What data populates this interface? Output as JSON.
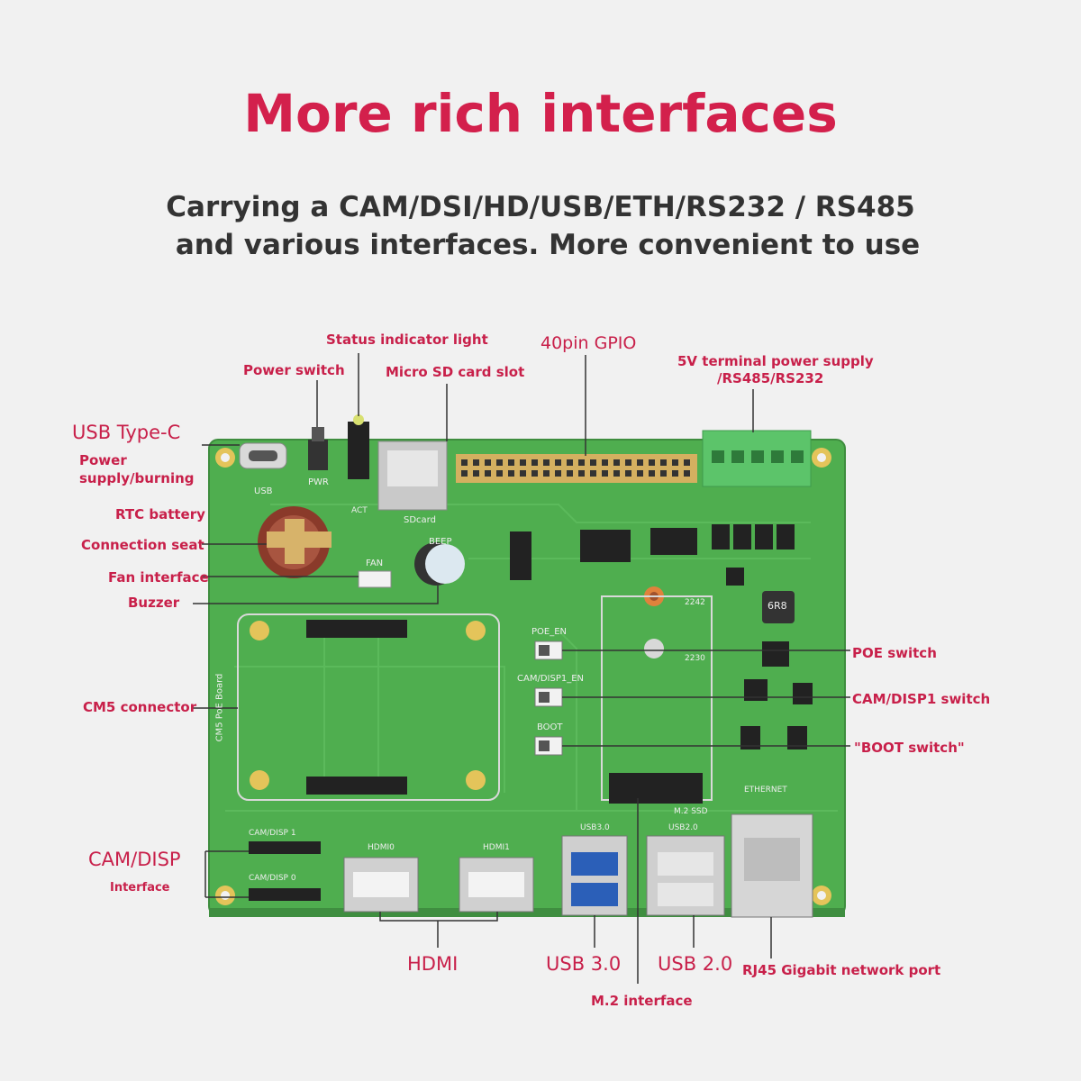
{
  "header": {
    "title": "More rich interfaces",
    "subtitle_line1": "Carrying a CAM/DSI/HD/USB/ETH/RS232 / RS485",
    "subtitle_line2": "and various interfaces. More convenient to use"
  },
  "callouts": {
    "usb_type_c": "USB Type-C",
    "power_burning_1": "Power",
    "power_burning_2": "supply/burning",
    "power_switch": "Power switch",
    "status_light": "Status indicator light",
    "micro_sd": "Micro SD card slot",
    "gpio": "40pin GPIO",
    "terminal_1": "5V terminal power supply",
    "terminal_2": "/RS485/RS232",
    "rtc_battery": "RTC battery",
    "connection_seat": "Connection seat",
    "fan_interface": "Fan interface",
    "buzzer": "Buzzer",
    "cm5_connector": "CM5 connector",
    "poe_switch": "POE switch",
    "cam_disp1_switch": "CAM/DISP1 switch",
    "boot_switch": "\"BOOT switch\"",
    "cam_disp": "CAM/DISP",
    "interface": "Interface",
    "hdmi": "HDMI",
    "usb30": "USB 3.0",
    "usb20": "USB 2.0",
    "rj45": "RJ45 Gigabit network port",
    "m2_interface": "M.2 interface"
  },
  "silkscreen": {
    "usb": "USB",
    "pwr": "PWR",
    "act": "ACT",
    "sdcard": "SDcard",
    "beep": "BEEP",
    "fan": "FAN",
    "poe_en": "POE_EN",
    "cam_disp1_en": "CAM/DISP1_EN",
    "boot": "BOOT",
    "cm5_board": "CM5 PoE Board",
    "cam_disp_1": "CAM/DISP 1",
    "cam_disp_0": "CAM/DISP 0",
    "hdmi0": "HDMI0",
    "hdmi1": "HDMI1",
    "usb3": "USB3.0",
    "usb2": "USB2.0",
    "ethernet": "ETHERNET",
    "m2_ssd": "M.2 SSD",
    "inductor": "6R8",
    "m2_size_a": "2242",
    "m2_size_b": "2230"
  },
  "colors": {
    "accent": "#d3204c",
    "board": "#4fae4f",
    "terminal": "#5cc46a"
  }
}
